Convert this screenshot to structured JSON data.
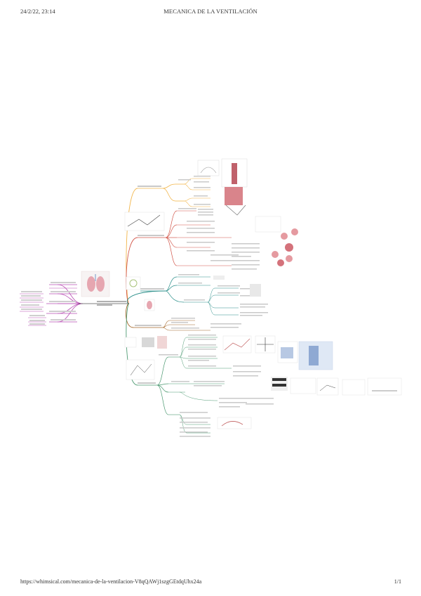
{
  "header": {
    "datetime": "24/2/22, 23:14",
    "title": "MECANICA DE LA VENTILACIÓN"
  },
  "footer": {
    "url": "https://whimsical.com/mecanica-de-la-ventilacion-V8qQAWj1szgGEtdqUhx24a",
    "page": "1/1"
  },
  "colors": {
    "yellow_branch": "#f2b64b",
    "red_branch": "#d2564a",
    "teal_branch": "#2c8f8a",
    "brown_branch": "#a5682a",
    "green_branch": "#4d9a72",
    "magenta_branch": "#b84fb4",
    "node_text": "#555555"
  }
}
